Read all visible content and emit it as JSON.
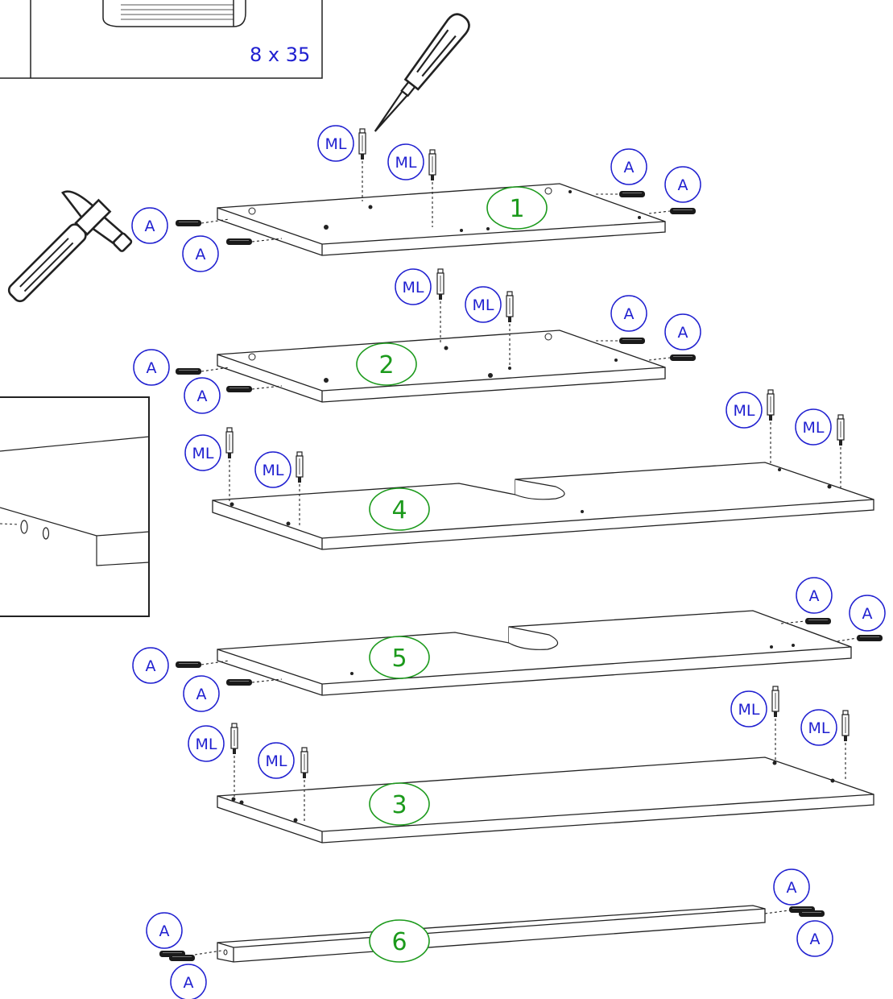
{
  "header_box": {
    "dimension_label": "8 x 35"
  },
  "fittings": {
    "cam_label": "ML",
    "dowel_label": "A"
  },
  "panels": [
    {
      "number": "1"
    },
    {
      "number": "2"
    },
    {
      "number": "4"
    },
    {
      "number": "5"
    },
    {
      "number": "3"
    },
    {
      "number": "6"
    }
  ],
  "colors": {
    "label_blue": "#1f1fd0",
    "number_green": "#1c9a1c",
    "line": "#222222"
  },
  "icons": [
    "screwdriver-icon",
    "hammer-icon",
    "dowel-icon",
    "cam-bolt-icon"
  ]
}
